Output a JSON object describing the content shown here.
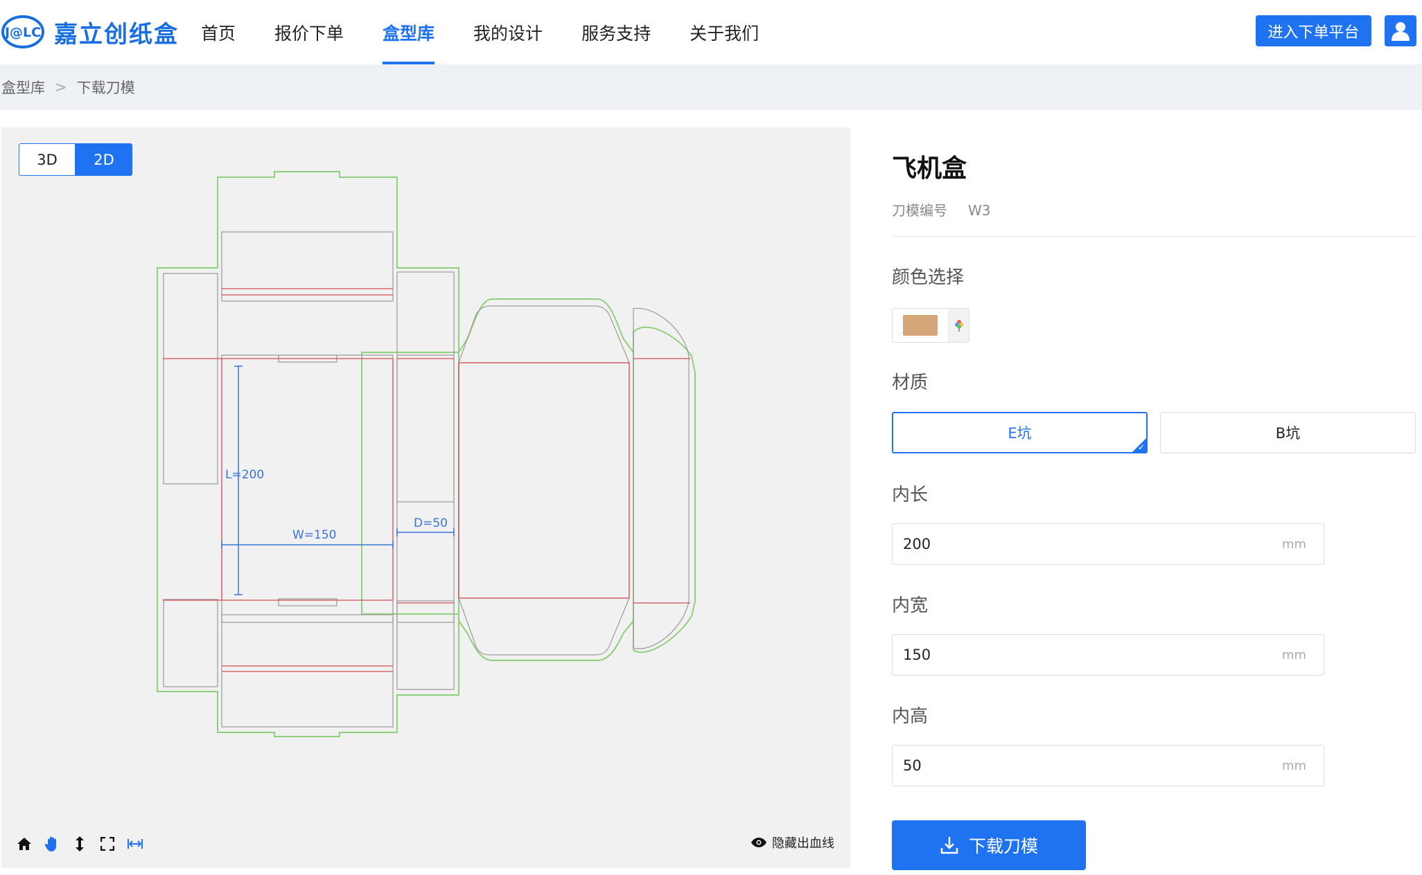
{
  "header": {
    "logo_mark": "J@LC",
    "logo_text": "嘉立创纸盒",
    "nav": [
      "首页",
      "报价下单",
      "盒型库",
      "我的设计",
      "服务支持",
      "关于我们"
    ],
    "active_nav": "盒型库",
    "order_platform_label": "进入下单平台"
  },
  "breadcrumb": {
    "parent": "盒型库",
    "separator": ">",
    "current": "下载刀模"
  },
  "canvas": {
    "view_3d": "3D",
    "view_2d": "2D",
    "active_view": "2D",
    "dimension_labels": {
      "length": "L=200",
      "width": "W=150",
      "depth": "D=50"
    },
    "hide_bleed_label": "隐藏出血线",
    "tool_icons": [
      "home-icon",
      "hand-icon",
      "vertical-arrow-icon",
      "fullscreen-icon",
      "measure-icon"
    ]
  },
  "product": {
    "title": "飞机盒",
    "code_label": "刀模编号",
    "code_value": "W3",
    "color_label": "颜色选择",
    "selected_color": "#d5a677",
    "material_label": "材质",
    "materials": [
      "E坑",
      "B坑"
    ],
    "selected_material": "E坑",
    "inner_length_label": "内长",
    "inner_length": "200",
    "inner_width_label": "内宽",
    "inner_width": "150",
    "inner_height_label": "内高",
    "inner_height": "50",
    "unit": "mm",
    "download_label": "下载刀模"
  },
  "colors": {
    "accent": "#1f73f0",
    "cut_line": "#d44a55",
    "bleed_line": "#8fd07a",
    "dimension": "#3b72d6"
  }
}
